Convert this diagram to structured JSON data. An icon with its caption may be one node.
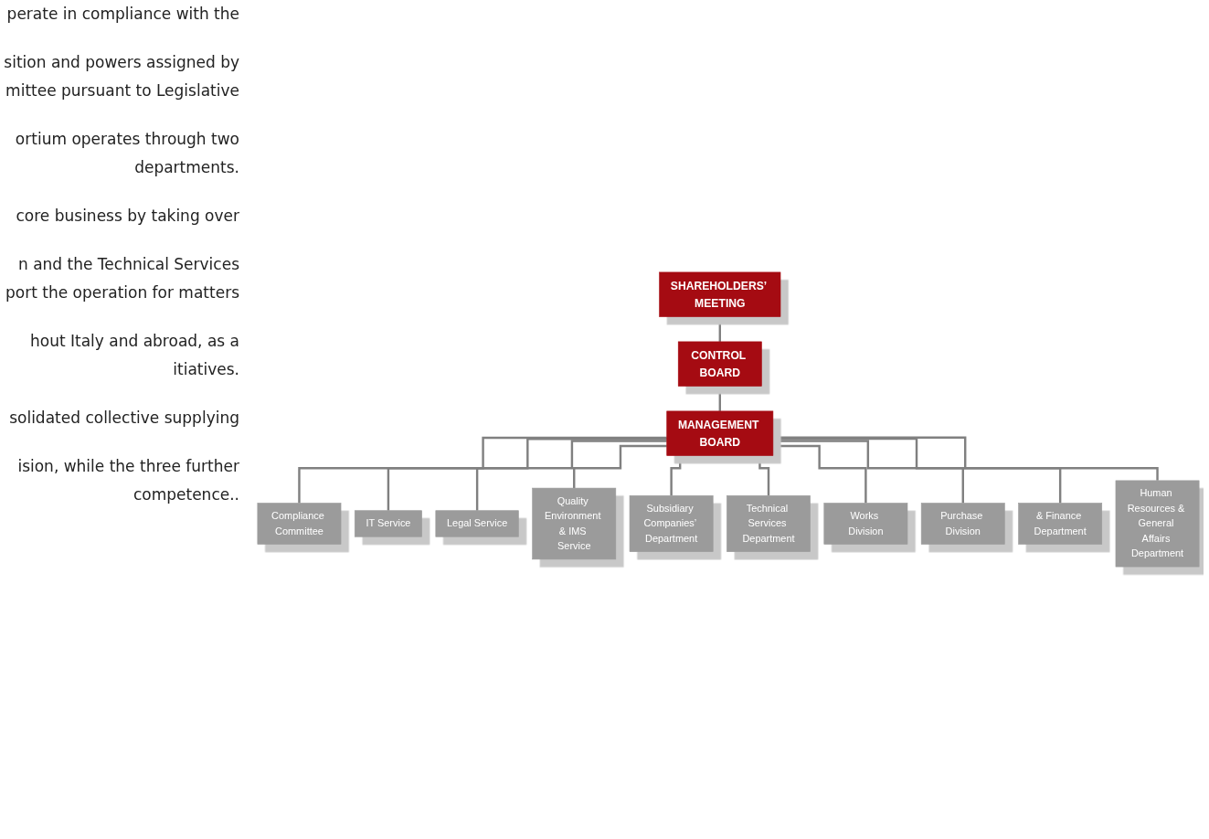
{
  "diagram": {
    "nodes": [
      {
        "text": [
          "SHAREHOLDERS’ MEETING"
        ]
      },
      {
        "text": [
          "CONTROL BOARD"
        ]
      },
      {
        "text": [
          "MANAGEMENT BOARD"
        ]
      },
      {
        "text": [
          "Compliance Committee"
        ]
      },
      {
        "text": [
          "IT Service"
        ]
      },
      {
        "text": [
          "Legal Service"
        ]
      },
      {
        "text": [
          "Quality Environment & IMS Service"
        ]
      },
      {
        "text": [
          "Subsidiary Companies’ Department"
        ]
      },
      {
        "text": [
          "Technical Services Department"
        ]
      },
      {
        "text": [
          "Works Division"
        ]
      },
      {
        "text": [
          "Purchase Division"
        ]
      },
      {
        "text": [
          "& Finance Department"
        ]
      },
      {
        "text": [
          "Human Resources & General Affairs Department"
        ]
      }
    ],
    "edges": [
      {
        "from": 0,
        "to": 1,
        "arrow": "none"
      },
      {
        "from": 1,
        "to": 2,
        "arrow": "none"
      },
      {
        "from": 2,
        "to": 3,
        "arrow": "none"
      },
      {
        "from": 2,
        "to": 4,
        "arrow": "none"
      },
      {
        "from": 2,
        "to": 5,
        "arrow": "none"
      },
      {
        "from": 2,
        "to": 6,
        "arrow": "none"
      },
      {
        "from": 2,
        "to": 7,
        "arrow": "none"
      },
      {
        "from": 2,
        "to": 8,
        "arrow": "none"
      },
      {
        "from": 2,
        "to": 9,
        "arrow": "none"
      },
      {
        "from": 2,
        "to": 10,
        "arrow": "none"
      },
      {
        "from": 2,
        "to": 11,
        "arrow": "none"
      },
      {
        "from": 2,
        "to": 12,
        "arrow": "none"
      }
    ],
    "labels": [
      "perate in compliance with the",
      "sition and powers assigned by mittee pursuant to Legislative",
      "ortium operates through two departments.",
      "core business by taking over",
      "n and the Technical Services port the operation for matters",
      "hout Italy and abroad, as a itiatives.",
      "solidated collective supplying",
      "ision, while the three further competence.."
    ]
  }
}
